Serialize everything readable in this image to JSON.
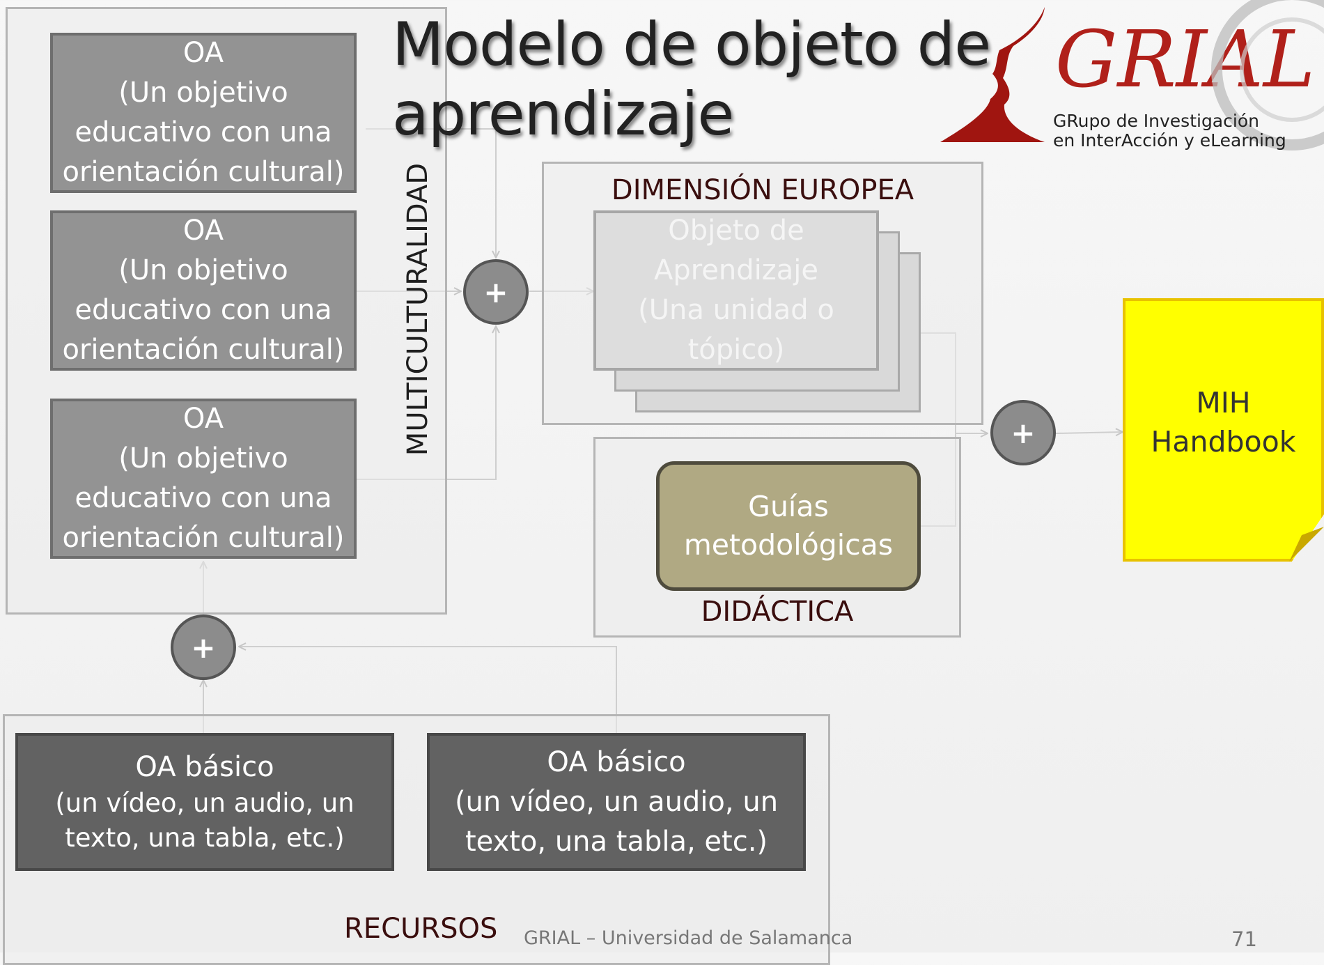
{
  "title": {
    "line1": "Modelo de objeto de",
    "line2": "aprendizaje"
  },
  "logo": {
    "brand": "GRIAL",
    "tagline_line1": "GRupo de Investigación",
    "tagline_line2": "en InterAcción y eLearning"
  },
  "multiculturalidad": {
    "label": "MULTICULTURALIDAD",
    "boxes": [
      {
        "lines": [
          "OA",
          "(Un objetivo",
          "educativo con una",
          "orientación cultural)"
        ]
      },
      {
        "lines": [
          "OA",
          "(Un objetivo",
          "educativo con una",
          "orientación cultural)"
        ]
      },
      {
        "lines": [
          "OA",
          "(Un objetivo",
          "educativo con una",
          "orientación cultural)"
        ]
      }
    ]
  },
  "dimension_europea": {
    "label": "DIMENSIÓN EUROPEA",
    "object_lines": [
      "Objeto de",
      "Aprendizaje",
      "(Una unidad o",
      "tópico)"
    ]
  },
  "didactica": {
    "label": "DIDÁCTICA",
    "guias_lines": [
      "Guías",
      "metodológicas"
    ]
  },
  "handbook": {
    "lines": [
      "MIH",
      "Handbook"
    ]
  },
  "recursos": {
    "label": "RECURSOS",
    "boxes": [
      {
        "title": "OA básico",
        "lines": [
          "(un vídeo, un audio, un",
          "texto, una tabla, etc.)"
        ]
      },
      {
        "title": "OA básico",
        "lines": [
          "(un vídeo, un audio, un",
          "texto, una tabla, etc.)"
        ]
      }
    ]
  },
  "plus_symbol": "+",
  "footer": {
    "source": "GRIAL – Universidad de Salamanca",
    "page_number": "71"
  },
  "colors": {
    "oa": "#939393",
    "oa_basic": "#626262",
    "guias": "#b0a983",
    "note": "#ffff00",
    "label": "#3a0e0e"
  }
}
